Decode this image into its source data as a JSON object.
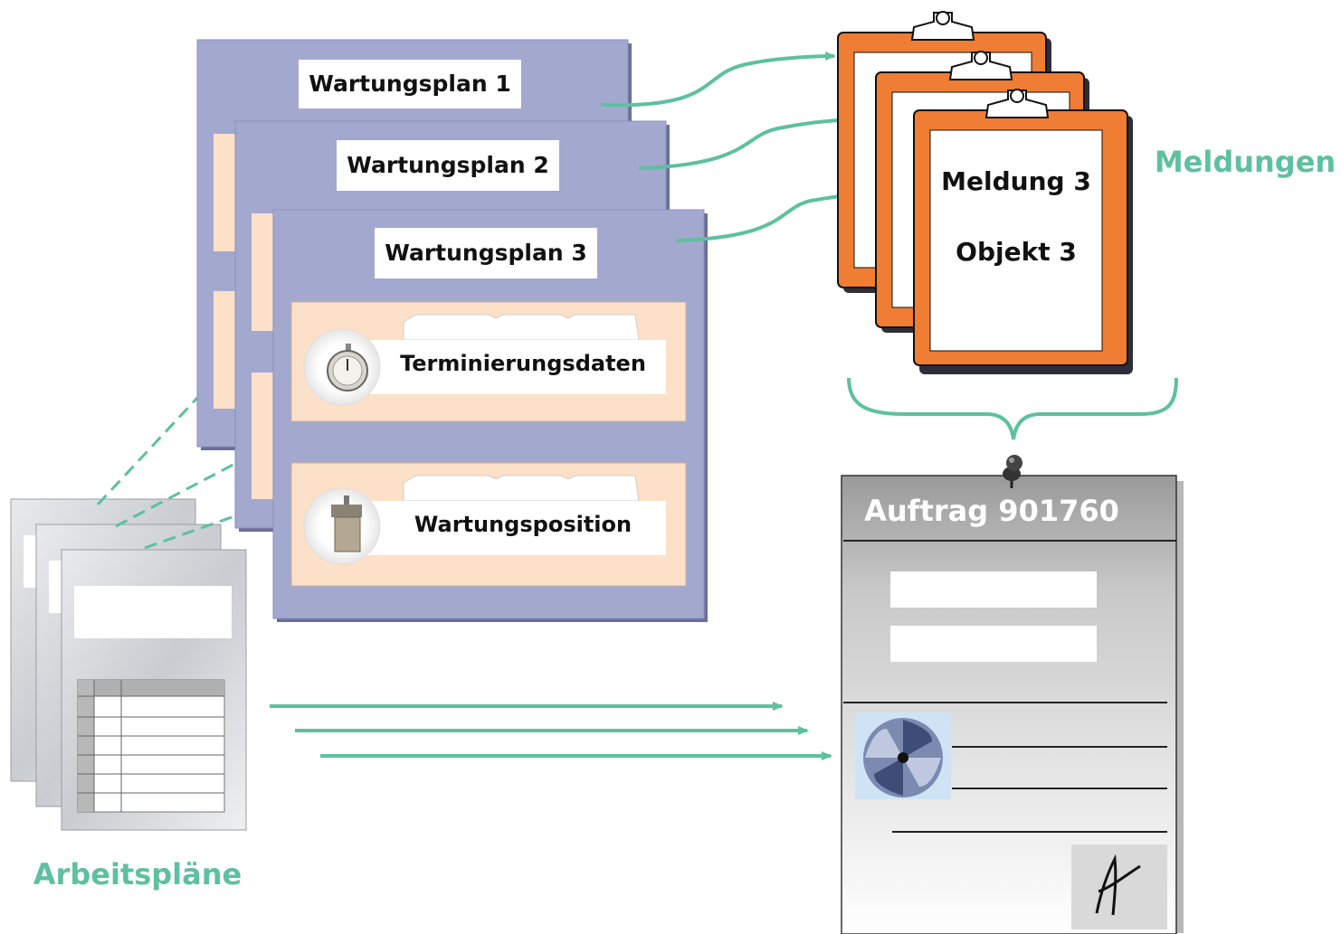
{
  "plans": [
    {
      "title": "Wartungsplan 1"
    },
    {
      "title": "Wartungsplan 2"
    },
    {
      "title": "Wartungsplan 3"
    }
  ],
  "plan_items": {
    "scheduling": "Terminierungsdaten",
    "position": "Wartungsposition"
  },
  "notifications": {
    "group_label": "Meldungen",
    "front_title": "Meldung 3",
    "front_object": "Objekt 3"
  },
  "order": {
    "title": "Auftrag 901760"
  },
  "task_lists": {
    "label": "Arbeitspläne"
  },
  "colors": {
    "accent_teal": "#5ec0a0",
    "plan_fill": "#a3a8cf",
    "item_fill": "#fde0c8",
    "clipboard": "#ef7d33"
  }
}
